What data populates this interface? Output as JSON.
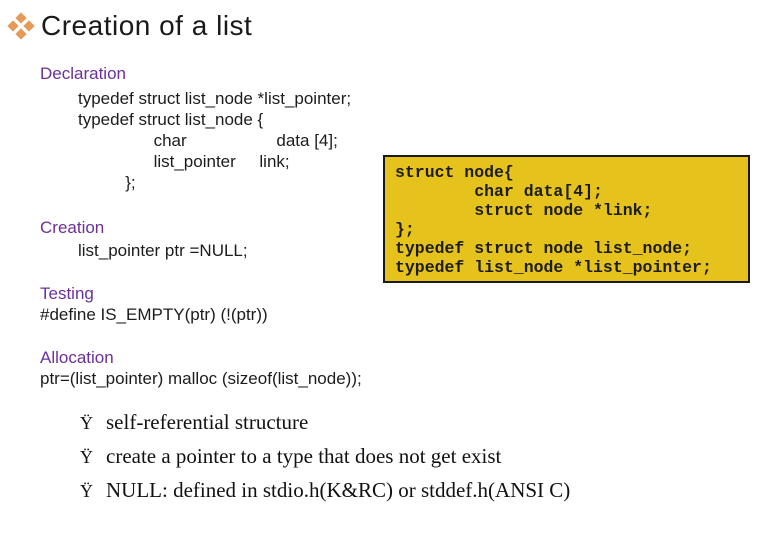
{
  "slide": {
    "title": "Creation of a list",
    "title_bullet_icon": "four-diamond-cluster",
    "background": "#FFFFFF"
  },
  "colors": {
    "heading_purple": "#6B3099",
    "diamond_orange": "#E49B57",
    "codebox_background": "#E6C31C",
    "codebox_border": "#1A1A1A",
    "body_text": "#1A1A1A"
  },
  "sections": {
    "declaration": {
      "label": "Declaration",
      "code": "typedef struct list_node *list_pointer;\ntypedef struct list_node {\n                char                   data [4];\n                list_pointer     link;\n          };"
    },
    "creation": {
      "label": "Creation",
      "code": "list_pointer ptr =NULL;"
    },
    "testing": {
      "label": "Testing",
      "code": "#define IS_EMPTY(ptr) (!(ptr))"
    },
    "allocation": {
      "label": "Allocation",
      "code": "ptr=(list_pointer) malloc (sizeof(list_node));"
    }
  },
  "codebox": {
    "code": "struct node{\n        char data[4];\n        struct node *link;\n};\ntypedef struct node list_node;\ntypedef list_node *list_pointer;"
  },
  "bullets": {
    "marker": "Ÿ",
    "items": [
      "self-referential structure",
      "create a pointer to a type that does not get exist",
      "NULL: defined in stdio.h(K&RC) or stddef.h(ANSI C)"
    ]
  }
}
